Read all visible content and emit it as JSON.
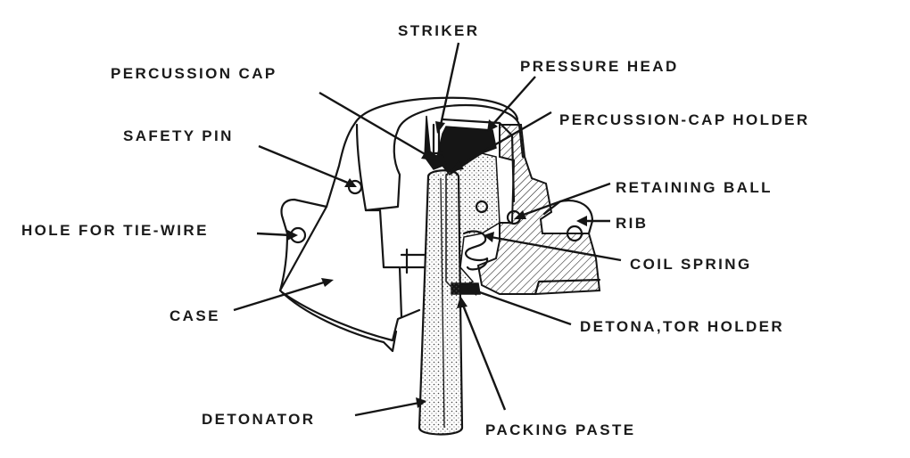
{
  "labels": {
    "striker": "STRIKER",
    "percussion_cap": "PERCUSSION CAP",
    "pressure_head": "PRESSURE HEAD",
    "percussion_cap_holder": "PERCUSSION-CAP HOLDER",
    "safety_pin": "SAFETY PIN",
    "retaining_ball": "RETAINING BALL",
    "hole_for_tie_wire": "HOLE FOR TIE-WIRE",
    "rib": "RIB",
    "coil_spring": "COIL SPRING",
    "case": "CASE",
    "detonator_holder": "DETONA,TOR HOLDER",
    "detonator": "DETONATOR",
    "packing_paste": "PACKING PASTE"
  },
  "colors": {
    "ink": "#151515",
    "background": "#ffffff"
  }
}
